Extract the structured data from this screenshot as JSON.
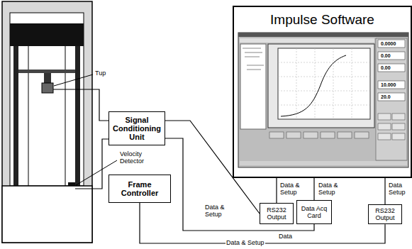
{
  "diagram": {
    "nodes": [
      {
        "text": [
          "Signal Conditioning Unit"
        ]
      },
      {
        "text": [
          "Frame Controller"
        ]
      },
      {
        "text": [
          "Impulse Software"
        ]
      },
      {
        "text": [
          "RS232 Output"
        ]
      },
      {
        "text": [
          "Data Acq Card"
        ]
      },
      {
        "text": [
          "RS232 Output"
        ]
      }
    ],
    "edges": [
      {
        "from": 0,
        "to": 3,
        "arrow": "none",
        "label": "Data & Setup"
      },
      {
        "from": 0,
        "to": 4,
        "arrow": "none",
        "label": "Data"
      },
      {
        "from": 1,
        "to": 5,
        "arrow": "none",
        "label": "Data & Setup"
      },
      {
        "from": 3,
        "to": 2,
        "arrow": "none",
        "label": "Data & Setup"
      },
      {
        "from": 4,
        "to": 2,
        "arrow": "none",
        "label": "Data & Setup"
      },
      {
        "from": 5,
        "to": 2,
        "arrow": "none",
        "label": "Data Setup"
      }
    ],
    "labels": [
      "Tup",
      "Velocity Detector",
      "0.0000",
      "0.00",
      "0.00",
      "10.000",
      "20.0"
    ]
  }
}
